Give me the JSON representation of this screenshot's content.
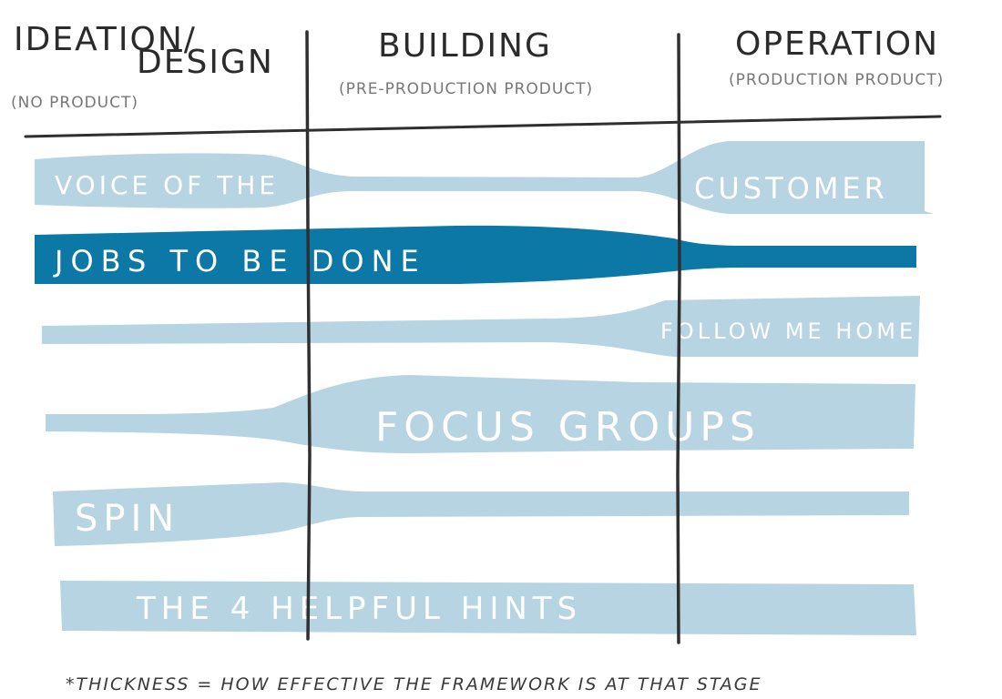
{
  "headers": {
    "ideation_line1": "IDEATION/",
    "ideation_line2": "DESIGN",
    "ideation_sub": "(NO PRODUCT)",
    "building": "BUILDING",
    "building_sub": "(PRE-PRODUCTION PRODUCT)",
    "operation": "OPERATION",
    "operation_sub": "(PRODUCTION PRODUCT)"
  },
  "bands": [
    {
      "id": "voice",
      "label_a": "VOICE OF THE",
      "label_b": "CUSTOMER"
    },
    {
      "id": "jobs",
      "label": "JOBS TO BE DONE"
    },
    {
      "id": "follow",
      "label": "FOLLOW ME HOME"
    },
    {
      "id": "focus",
      "label": "FOCUS GROUPS"
    },
    {
      "id": "spin",
      "label": "SPIN"
    },
    {
      "id": "hints",
      "label": "THE 4 HELPFUL HINTS"
    }
  ],
  "footnote": "*THICKNESS = HOW EFFECTIVE THE FRAMEWORK IS AT THAT STAGE",
  "colors": {
    "light_band": "#b7d4e2",
    "dark_band": "#0b78a6",
    "line": "#2f2f2f",
    "band_text": "#ffffff"
  }
}
